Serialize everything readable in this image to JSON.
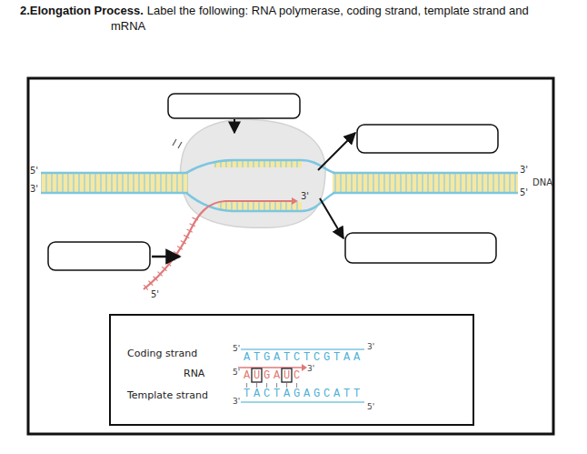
{
  "diagram": {
    "title": "2.Elongation Process.",
    "nodes": [
      {
        "text": [
          "Coding strand",
          "5'",
          "ATGATCTCGTAA",
          "3'",
          "RNA",
          "5'",
          "AUGAUC",
          "3'",
          "Template strand",
          "3'",
          "TACTAGAGCATT",
          "5'"
        ]
      }
    ],
    "labels": [
      "Label the following: RNA polymerase, coding strand, template strand and mRNA",
      "5'",
      "3'",
      "3'",
      "DNA",
      "5'",
      "3'",
      "5'"
    ]
  }
}
